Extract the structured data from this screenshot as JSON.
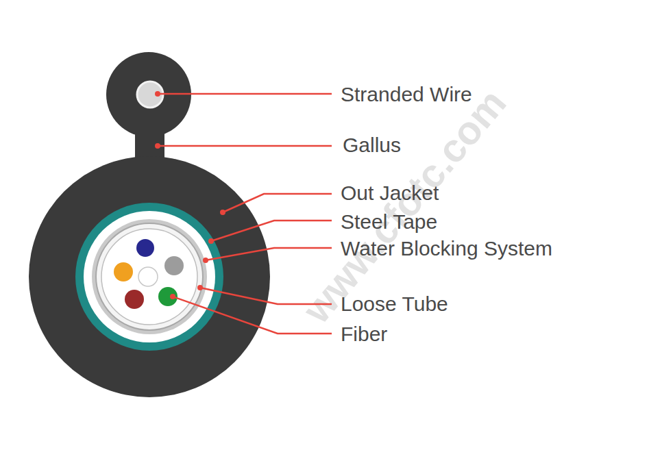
{
  "diagram": {
    "labels": [
      "Stranded Wire",
      "Gallus",
      "Out Jacket",
      "Steel Tape",
      "Water Blocking System",
      "Loose Tube",
      "Fiber",
      "www.cfotc.com"
    ]
  }
}
